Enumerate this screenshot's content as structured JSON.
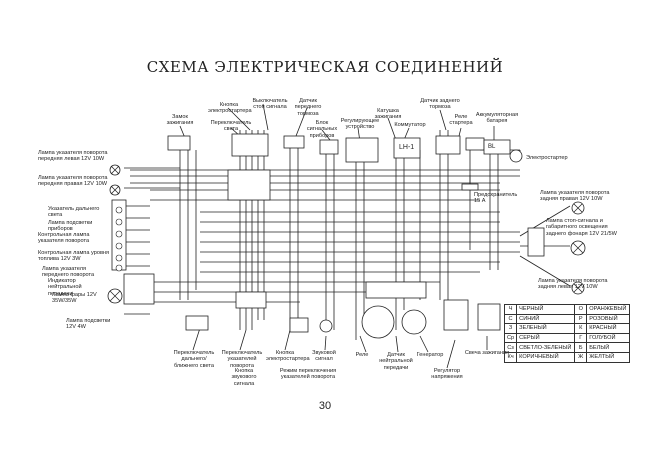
{
  "title": "СХЕМА ЭЛЕКТРИЧЕСКАЯ СОЕДИНЕНИЙ",
  "page_number": "30",
  "top_labels": [
    "Кнопка электростартера",
    "Выключатель стоп сигнала",
    "Датчик переднего тормоза",
    "Замок зажигания",
    "Переключатель света",
    "Блок сигнальных приборов",
    "Регулирующее устройство",
    "Катушка зажигания",
    "Коммутатор",
    "Датчик заднего тормоза",
    "Реле стартера",
    "Аккумуляторная батарея",
    "Электростартер"
  ],
  "left_labels": [
    "Лампа указателя поворота передняя левая 12V 10W",
    "Лампа указателя поворота передняя правая 12V 10W",
    "Указатель дальнего света",
    "Лампа подсветки приборов",
    "Контрольная лампа указателя поворота",
    "Контрольная лампа уровня топлива 12V 3W",
    "Лампа указателя переднего поворота",
    "Индикатор нейтральной передачи",
    "Лампа фары 12V 35W/35W",
    "Лампа подсветки 12V 4W"
  ],
  "right_labels": [
    "Лампа указателя поворота задняя правая 12V 10W",
    "Лампа стоп-сигнала и габаритного освещения заднего фонаря 12V 21/5W",
    "Лампа указателя поворота задняя левая 12V 10W",
    "Предохранитель 15 A"
  ],
  "bottom_labels": [
    "Переключатель дальнего/ближнего света",
    "Переключатель указателей поворота",
    "Кнопка звукового сигнала",
    "Кнопка электростартера",
    "Звуковой сигнал",
    "Режим переключения указателей поворота",
    "Реле",
    "Датчик нейтральной передачи",
    "Генератор",
    "Регулятор напряжения",
    "Свеча зажигания"
  ],
  "component_codes": [
    "LH-1",
    "BL"
  ],
  "wire_colors": [
    {
      "code": "Ч",
      "name": "ЧЕРНЫЙ",
      "code2": "О",
      "name2": "ОРАНЖЕВЫЙ"
    },
    {
      "code": "С",
      "name": "СИНИЙ",
      "code2": "Р",
      "name2": "РОЗОВЫЙ"
    },
    {
      "code": "З",
      "name": "ЗЕЛЕНЫЙ",
      "code2": "К",
      "name2": "КРАСНЫЙ"
    },
    {
      "code": "Ср",
      "name": "СЕРЫЙ",
      "code2": "Г",
      "name2": "ГОЛУБОЙ"
    },
    {
      "code": "Сз",
      "name": "СВЕТЛО-ЗЕЛЕНЫЙ",
      "code2": "Б",
      "name2": "БЕЛЫЙ"
    },
    {
      "code": "Кч",
      "name": "КОРИЧНЕВЫЙ",
      "code2": "Ж",
      "name2": "ЖЕЛТЫЙ"
    }
  ],
  "colors": {
    "ink": "#1a1a1a",
    "paper": "#ffffff"
  }
}
